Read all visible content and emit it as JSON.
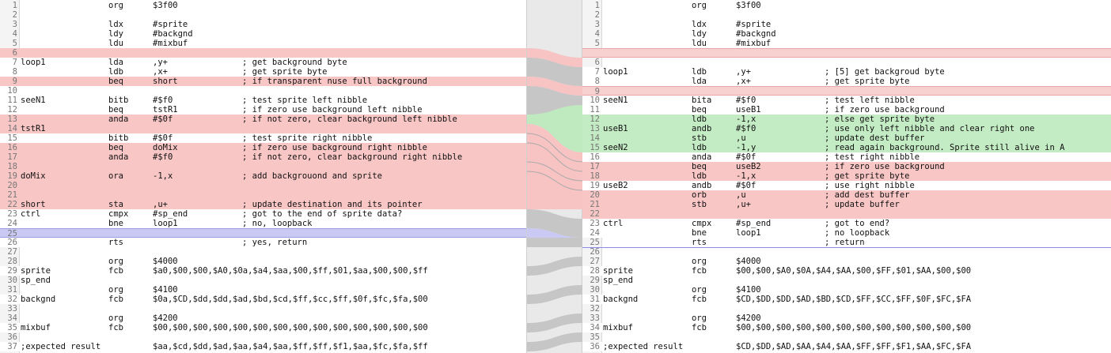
{
  "left": {
    "lines": [
      {
        "n": "1",
        "kind": "",
        "label": "",
        "op": "org",
        "arg": "$3f00",
        "cmt": ""
      },
      {
        "n": "2",
        "kind": "",
        "label": "",
        "op": "",
        "arg": "",
        "cmt": ""
      },
      {
        "n": "3",
        "kind": "",
        "label": "",
        "op": "ldx",
        "arg": "#sprite",
        "cmt": ""
      },
      {
        "n": "4",
        "kind": "",
        "label": "",
        "op": "ldy",
        "arg": "#backgnd",
        "cmt": ""
      },
      {
        "n": "5",
        "kind": "",
        "label": "",
        "op": "ldu",
        "arg": "#mixbuf",
        "cmt": ""
      },
      {
        "n": "6",
        "kind": "del",
        "label": "",
        "op": "",
        "arg": "",
        "cmt": ""
      },
      {
        "n": "7",
        "kind": "mod",
        "label": "loop1",
        "op": "lda",
        "arg": ",y+",
        "cmt": "; get background byte"
      },
      {
        "n": "8",
        "kind": "mod",
        "label": "",
        "op": "ldb",
        "arg": ",x+",
        "cmt": "; get sprite byte"
      },
      {
        "n": "9",
        "kind": "del",
        "label": "",
        "op": "beq",
        "arg": "short",
        "cmt": "; if transparent nuse full background"
      },
      {
        "n": "10",
        "kind": "mod",
        "label": "",
        "op": "",
        "arg": "",
        "cmt": ""
      },
      {
        "n": "11",
        "kind": "mod",
        "label": "seeN1",
        "op": "bitb",
        "arg": "#$f0",
        "cmt": "; test sprite left nibble"
      },
      {
        "n": "12",
        "kind": "mod",
        "label": "",
        "op": "beq",
        "arg": "tstR1",
        "cmt": "; if zero use background left nibble"
      },
      {
        "n": "13",
        "kind": "del",
        "label": "",
        "op": "anda",
        "arg": "#$0f",
        "cmt": "; if not zero, clear background left nibble"
      },
      {
        "n": "14",
        "kind": "del",
        "label": "tstR1",
        "op": "",
        "arg": "",
        "cmt": ""
      },
      {
        "n": "15",
        "kind": "mod",
        "label": "",
        "op": "bitb",
        "arg": "#$0f",
        "cmt": "; test sprite right nibble"
      },
      {
        "n": "16",
        "kind": "del",
        "label": "",
        "op": "beq",
        "arg": "doMix",
        "cmt": "; if zero use background right nibble"
      },
      {
        "n": "17",
        "kind": "del",
        "label": "",
        "op": "anda",
        "arg": "#$f0",
        "cmt": "; if not zero, clear background right nibble"
      },
      {
        "n": "18",
        "kind": "del",
        "label": "",
        "op": "",
        "arg": "",
        "cmt": ""
      },
      {
        "n": "19",
        "kind": "del",
        "label": "doMix",
        "op": "ora",
        "arg": "-1,x",
        "cmt": "; add backgrouond and sprite"
      },
      {
        "n": "20",
        "kind": "del",
        "label": "",
        "op": "",
        "arg": "",
        "cmt": ""
      },
      {
        "n": "21",
        "kind": "del",
        "label": "",
        "op": "",
        "arg": "",
        "cmt": ""
      },
      {
        "n": "22",
        "kind": "del",
        "label": "short",
        "op": "sta",
        "arg": ",u+",
        "cmt": "; update destination and its pointer"
      },
      {
        "n": "23",
        "kind": "mod",
        "label": "ctrl",
        "op": "cmpx",
        "arg": "#sp_end",
        "cmt": "; got to the end of sprite data?"
      },
      {
        "n": "24",
        "kind": "mod",
        "label": "",
        "op": "bne",
        "arg": "loop1",
        "cmt": "; no, loopback"
      },
      {
        "n": "25",
        "kind": "filler-blue",
        "label": "",
        "op": "",
        "arg": "",
        "cmt": ""
      },
      {
        "n": "26",
        "kind": "mod",
        "label": "",
        "op": "rts",
        "arg": "",
        "cmt": "; yes, return"
      },
      {
        "n": "27",
        "kind": "",
        "label": "",
        "op": "",
        "arg": "",
        "cmt": ""
      },
      {
        "n": "28",
        "kind": "",
        "label": "",
        "op": "org",
        "arg": "$4000",
        "cmt": ""
      },
      {
        "n": "29",
        "kind": "mod",
        "label": "sprite",
        "op": "fcb",
        "arg": "$a0,$00,$00,$A0,$0a,$a4,$aa,$00,$ff,$01,$aa,$00,$00,$ff",
        "cmt": ""
      },
      {
        "n": "30",
        "kind": "",
        "label": "sp_end",
        "op": "",
        "arg": "",
        "cmt": ""
      },
      {
        "n": "31",
        "kind": "",
        "label": "",
        "op": "org",
        "arg": "$4100",
        "cmt": ""
      },
      {
        "n": "32",
        "kind": "mod",
        "label": "backgnd",
        "op": "fcb",
        "arg": "$0a,$CD,$dd,$dd,$ad,$bd,$cd,$ff,$cc,$ff,$0f,$fc,$fa,$00",
        "cmt": ""
      },
      {
        "n": "33",
        "kind": "",
        "label": "",
        "op": "",
        "arg": "",
        "cmt": ""
      },
      {
        "n": "34",
        "kind": "",
        "label": "",
        "op": "org",
        "arg": "$4200",
        "cmt": ""
      },
      {
        "n": "35",
        "kind": "mod",
        "label": "mixbuf",
        "op": "fcb",
        "arg": "$00,$00,$00,$00,$00,$00,$00,$00,$00,$00,$00,$00,$00,$00",
        "cmt": ""
      },
      {
        "n": "36",
        "kind": "",
        "label": "",
        "op": "",
        "arg": "",
        "cmt": ""
      },
      {
        "n": "37",
        "kind": "mod",
        "label": ";expected result",
        "op": "",
        "arg": "$aa,$cd,$dd,$ad,$aa,$a4,$aa,$ff,$ff,$f1,$aa,$fc,$fa,$ff",
        "cmt": ""
      }
    ]
  },
  "right": {
    "lines": [
      {
        "n": "1",
        "kind": "",
        "label": "",
        "op": "org",
        "arg": "$3f00",
        "cmt": ""
      },
      {
        "n": "2",
        "kind": "",
        "label": "",
        "op": "",
        "arg": "",
        "cmt": ""
      },
      {
        "n": "3",
        "kind": "",
        "label": "",
        "op": "ldx",
        "arg": "#sprite",
        "cmt": ""
      },
      {
        "n": "4",
        "kind": "",
        "label": "",
        "op": "ldy",
        "arg": "#backgnd",
        "cmt": ""
      },
      {
        "n": "5",
        "kind": "",
        "label": "",
        "op": "ldu",
        "arg": "#mixbuf",
        "cmt": ""
      },
      {
        "n": "",
        "kind": "filler",
        "label": "",
        "op": "",
        "arg": "",
        "cmt": ""
      },
      {
        "n": "6",
        "kind": "",
        "label": "",
        "op": "",
        "arg": "",
        "cmt": ""
      },
      {
        "n": "7",
        "kind": "mod",
        "label": "loop1",
        "op": "ldb",
        "arg": ",y+",
        "cmt": "; [5] get backgroud byte"
      },
      {
        "n": "8",
        "kind": "mod",
        "label": "",
        "op": "lda",
        "arg": ",x+",
        "cmt": "; get sprite byte"
      },
      {
        "n": "9",
        "kind": "filler",
        "label": "",
        "op": "",
        "arg": "",
        "cmt": ""
      },
      {
        "n": "10",
        "kind": "mod",
        "label": "seeN1",
        "op": "bita",
        "arg": "#$f0",
        "cmt": "; test left nibble"
      },
      {
        "n": "11",
        "kind": "mod",
        "label": "",
        "op": "beq",
        "arg": "useB1",
        "cmt": "; if zero use background"
      },
      {
        "n": "12",
        "kind": "add",
        "label": "",
        "op": "ldb",
        "arg": "-1,x",
        "cmt": "; else get sprite byte"
      },
      {
        "n": "13",
        "kind": "add",
        "label": "useB1",
        "op": "andb",
        "arg": "#$f0",
        "cmt": "; use only left nibble and clear right one"
      },
      {
        "n": "14",
        "kind": "add",
        "label": "",
        "op": "stb",
        "arg": ",u",
        "cmt": "; update dest buffer"
      },
      {
        "n": "15",
        "kind": "add",
        "label": "seeN2",
        "op": "ldb",
        "arg": "-1,y",
        "cmt": "; read again background. Sprite still alive in A"
      },
      {
        "n": "16",
        "kind": "mod",
        "label": "",
        "op": "anda",
        "arg": "#$0f",
        "cmt": "; test right nibble"
      },
      {
        "n": "17",
        "kind": "del",
        "label": "",
        "op": "beq",
        "arg": "useB2",
        "cmt": "; if zero use background"
      },
      {
        "n": "18",
        "kind": "del",
        "label": "",
        "op": "ldb",
        "arg": "-1,x",
        "cmt": "; get sprite byte"
      },
      {
        "n": "19",
        "kind": "mod",
        "label": "useB2",
        "op": "andb",
        "arg": "#$0f",
        "cmt": "; use right nibble"
      },
      {
        "n": "20",
        "kind": "del",
        "label": "",
        "op": "orb",
        "arg": ",u",
        "cmt": "; add dest buffer"
      },
      {
        "n": "21",
        "kind": "del",
        "label": "",
        "op": "stb",
        "arg": ",u+",
        "cmt": "; update buffer"
      },
      {
        "n": "22",
        "kind": "del",
        "label": "",
        "op": "",
        "arg": "",
        "cmt": ""
      },
      {
        "n": "23",
        "kind": "mod",
        "label": "ctrl",
        "op": "cmpx",
        "arg": "#sp_end",
        "cmt": "; got to end?"
      },
      {
        "n": "24",
        "kind": "mod",
        "label": "",
        "op": "bne",
        "arg": "loop1",
        "cmt": "; no loopback"
      },
      {
        "n": "25",
        "kind": "sep-blue",
        "label": "",
        "op": "rts",
        "arg": "",
        "cmt": "; return"
      },
      {
        "n": "26",
        "kind": "",
        "label": "",
        "op": "",
        "arg": "",
        "cmt": ""
      },
      {
        "n": "27",
        "kind": "",
        "label": "",
        "op": "org",
        "arg": "$4000",
        "cmt": ""
      },
      {
        "n": "28",
        "kind": "mod",
        "label": "sprite",
        "op": "fcb",
        "arg": "$00,$00,$A0,$0A,$A4,$AA,$00,$FF,$01,$AA,$00,$00",
        "cmt": ""
      },
      {
        "n": "29",
        "kind": "",
        "label": "sp_end",
        "op": "",
        "arg": "",
        "cmt": ""
      },
      {
        "n": "30",
        "kind": "",
        "label": "",
        "op": "org",
        "arg": "$4100",
        "cmt": ""
      },
      {
        "n": "31",
        "kind": "mod",
        "label": "backgnd",
        "op": "fcb",
        "arg": "$CD,$DD,$DD,$AD,$BD,$CD,$FF,$CC,$FF,$0F,$FC,$FA",
        "cmt": ""
      },
      {
        "n": "32",
        "kind": "",
        "label": "",
        "op": "",
        "arg": "",
        "cmt": ""
      },
      {
        "n": "33",
        "kind": "",
        "label": "",
        "op": "org",
        "arg": "$4200",
        "cmt": ""
      },
      {
        "n": "34",
        "kind": "mod",
        "label": "mixbuf",
        "op": "fcb",
        "arg": "$00,$00,$00,$00,$00,$00,$00,$00,$00,$00,$00,$00",
        "cmt": ""
      },
      {
        "n": "35",
        "kind": "",
        "label": "",
        "op": "",
        "arg": "",
        "cmt": ""
      },
      {
        "n": "36",
        "kind": "mod",
        "label": ";expected result",
        "op": "",
        "arg": "$CD,$DD,$AD,$AA,$A4,$AA,$FF,$FF,$F1,$AA,$FC,$FA",
        "cmt": ""
      }
    ]
  },
  "colors": {
    "deleted": "#f9c6c6",
    "added": "#c4ecc4",
    "changed-blue": "#c9c9f4",
    "gutter": "#f4f4f4"
  }
}
